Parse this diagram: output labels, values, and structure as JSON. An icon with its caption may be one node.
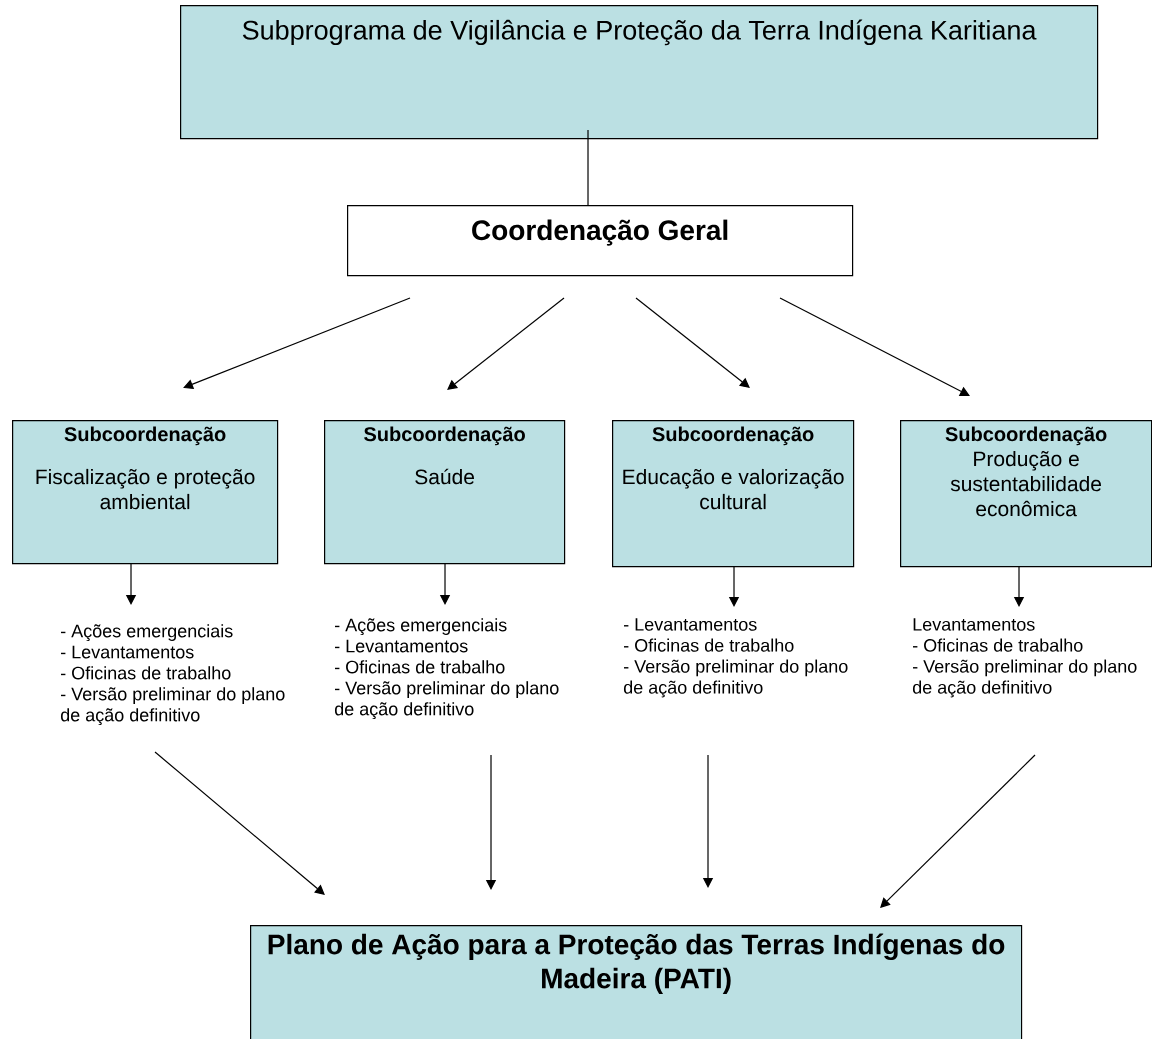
{
  "diagram": {
    "nodes": [
      {
        "text": [
          "Subprograma de Vigilância e Proteção da Terra Indígena Karitiana"
        ]
      },
      {
        "text": [
          "Coordenação Geral"
        ]
      },
      {
        "text": [
          "Subcoordenação",
          "Fiscalização e proteção ambiental"
        ]
      },
      {
        "text": [
          "Subcoordenação",
          "Saúde"
        ]
      },
      {
        "text": [
          "Subcoordenação",
          "Educação e valorização cultural"
        ]
      },
      {
        "text": [
          "Subcoordenação",
          "Produção e sustentabilidade econômica"
        ]
      },
      {
        "text": [
          "- Ações emergenciais",
          "- Levantamentos",
          "- Oficinas de trabalho",
          "- Versão preliminar do plano de ação definitivo"
        ]
      },
      {
        "text": [
          "- Ações emergenciais",
          "- Levantamentos",
          "- Oficinas de trabalho",
          "- Versão preliminar do plano de ação definitivo"
        ]
      },
      {
        "text": [
          "- Levantamentos",
          "- Oficinas de trabalho",
          "- Versão preliminar do plano de ação definitivo"
        ]
      },
      {
        "text": [
          "Levantamentos",
          "- Oficinas de trabalho",
          "- Versão preliminar do plano de ação definitivo"
        ]
      },
      {
        "text": [
          "Plano de Ação para a Proteção das Terras Indígenas do Madeira (PATI)"
        ]
      }
    ],
    "edges": [
      {
        "from": 0,
        "to": 1,
        "arrow": "none"
      },
      {
        "from": 1,
        "to": 2,
        "arrow": "to"
      },
      {
        "from": 1,
        "to": 3,
        "arrow": "to"
      },
      {
        "from": 1,
        "to": 4,
        "arrow": "to"
      },
      {
        "from": 1,
        "to": 5,
        "arrow": "to"
      },
      {
        "from": 2,
        "to": 6,
        "arrow": "to"
      },
      {
        "from": 3,
        "to": 7,
        "arrow": "to"
      },
      {
        "from": 4,
        "to": 8,
        "arrow": "to"
      },
      {
        "from": 5,
        "to": 9,
        "arrow": "to"
      },
      {
        "from": 6,
        "to": 10,
        "arrow": "to"
      },
      {
        "from": 7,
        "to": 10,
        "arrow": "to"
      },
      {
        "from": 8,
        "to": 10,
        "arrow": "to"
      },
      {
        "from": 9,
        "to": 10,
        "arrow": "to"
      }
    ]
  }
}
